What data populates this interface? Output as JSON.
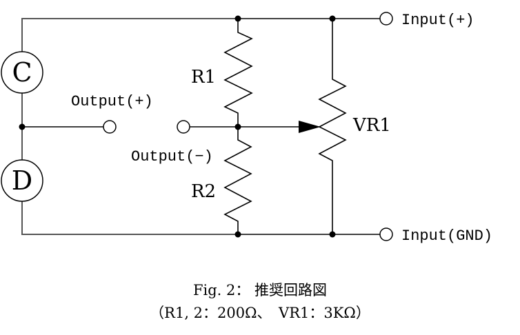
{
  "components": {
    "sensor_c": {
      "symbol": "C"
    },
    "sensor_d": {
      "symbol": "D"
    },
    "r1": {
      "label": "R1"
    },
    "r2": {
      "label": "R2"
    },
    "vr1": {
      "label": "VR1"
    }
  },
  "terminals": {
    "input_plus": "Input(+)",
    "input_gnd": "Input(GND)",
    "output_plus": "Output(+)",
    "output_minus": "Output(−)"
  },
  "caption": {
    "line1": "Fig. 2： 推奨回路図",
    "line2": "（R1, 2：200Ω、　VR1：3KΩ）"
  }
}
